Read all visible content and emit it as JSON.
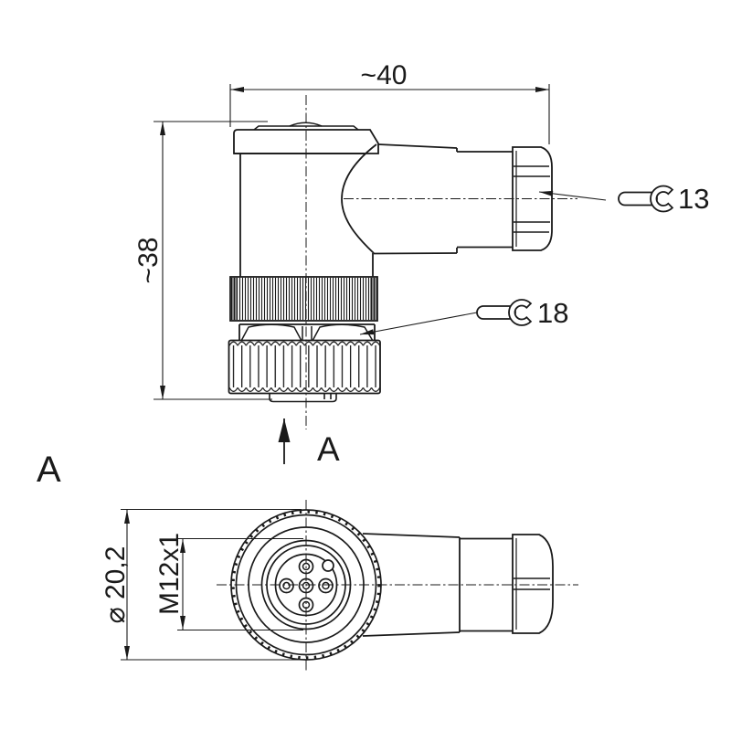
{
  "colors": {
    "background": "#ffffff",
    "line": "#1a1a1a"
  },
  "side_view": {
    "width_dim_label": "~40",
    "height_dim_label": "~38",
    "gland_hex_callout": {
      "icon": "open-end-wrench",
      "label": "13"
    },
    "body_hex_callout": {
      "icon": "open-end-wrench",
      "label": "18"
    },
    "section_arrow_label": "A"
  },
  "section_view": {
    "view_label": "A",
    "outer_diameter_label": "⌀ 20,2",
    "thread_label": "M12x1",
    "pin_count": 5
  }
}
